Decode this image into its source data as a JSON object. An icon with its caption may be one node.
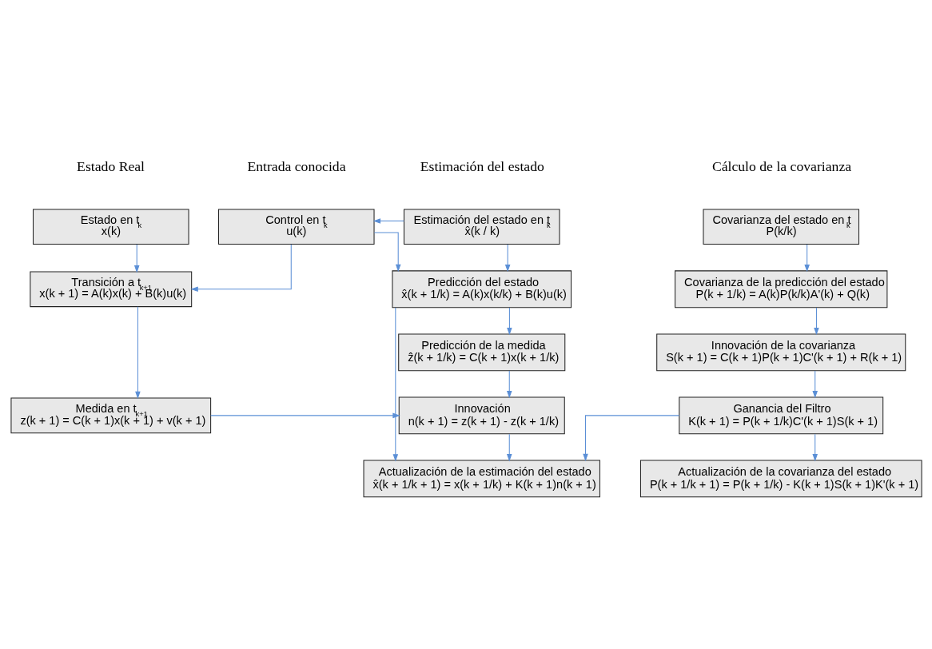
{
  "diagram": {
    "nodes": [
      {
        "text": [
          "Estado en t$_{k}$",
          "x(k)"
        ]
      },
      {
        "text": [
          "Control en t$_{k}$",
          "u(k)"
        ]
      },
      {
        "text": [
          "Estimación del estado en t$_{k}$",
          "x̂(k / k)"
        ]
      },
      {
        "text": [
          "Covarianza del estado en t$_{k}$",
          "P(k/k)"
        ]
      },
      {
        "text": [
          "Transición a t$_{k+1}$",
          "x(k + 1) = A(k)x(k) + B(k)u(k)"
        ]
      },
      {
        "text": [
          "Predicción del estado",
          "x̂(k + 1/k) = A(k)x(k/k) + B(k)u(k)"
        ]
      },
      {
        "text": [
          "Covarianza de la predicción del estado",
          "P(k + 1/k) = A(k)P(k/k)A'(k) + Q(k)"
        ]
      },
      {
        "text": [
          "Predicción de la medida",
          "ẑ(k + 1/k) = C(k + 1)x(k + 1/k)"
        ]
      },
      {
        "text": [
          "Innovación de la covarianza",
          "S(k + 1) = C(k + 1)P(k + 1)C'(k + 1) + R(k + 1)"
        ]
      },
      {
        "text": [
          "Medida en t$_{k+1}$",
          "z(k + 1) = C(k + 1)x(k + 1) + v(k + 1)"
        ]
      },
      {
        "text": [
          "Innovación",
          "n(k + 1) = z(k + 1) - z(k + 1/k)"
        ]
      },
      {
        "text": [
          "Ganancia del Filtro",
          "K(k + 1) = P(k + 1/k)C'(k + 1)S(k + 1)"
        ]
      },
      {
        "text": [
          "Actualización de la estimación del estado",
          "x̂(k + 1/k + 1) = x(k + 1/k) + K(k + 1)n(k + 1)"
        ]
      },
      {
        "text": [
          "Actualización de la covarianza del estado",
          "P(k + 1/k + 1) = P(k + 1/k) - K(k + 1)S(k + 1)K'(k + 1)"
        ]
      }
    ],
    "edges": [
      {
        "from": 2,
        "to": 1,
        "arrow": "to"
      },
      {
        "from": 0,
        "to": 4,
        "arrow": "to"
      },
      {
        "from": 1,
        "to": 4,
        "arrow": "to"
      },
      {
        "from": 1,
        "to": 5,
        "arrow": "to"
      },
      {
        "from": 2,
        "to": 5,
        "arrow": "to"
      },
      {
        "from": 3,
        "to": 6,
        "arrow": "to"
      },
      {
        "from": 5,
        "to": 7,
        "arrow": "to"
      },
      {
        "from": 6,
        "to": 8,
        "arrow": "to"
      },
      {
        "from": 4,
        "to": 9,
        "arrow": "to"
      },
      {
        "from": 7,
        "to": 10,
        "arrow": "to"
      },
      {
        "from": 8,
        "to": 11,
        "arrow": "to"
      },
      {
        "from": 9,
        "to": 10,
        "arrow": "to"
      },
      {
        "from": 10,
        "to": 12,
        "arrow": "to"
      },
      {
        "from": 11,
        "to": 13,
        "arrow": "to"
      },
      {
        "from": 5,
        "to": 12,
        "arrow": "to"
      },
      {
        "from": 11,
        "to": 12,
        "arrow": "to"
      }
    ],
    "labels": [
      "Estado Real",
      "Entrada conocida",
      "Estimación del estado",
      "Cálculo de la covarianza"
    ]
  }
}
